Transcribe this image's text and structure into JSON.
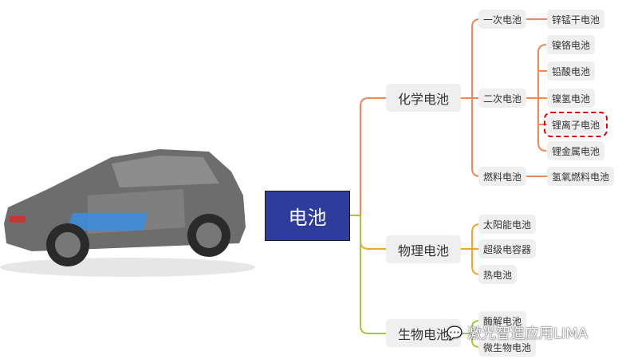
{
  "root": "电池",
  "chemical": {
    "label": "化学电池",
    "primary": {
      "label": "一次电池",
      "items": [
        "锌锰干电池"
      ]
    },
    "secondary": {
      "label": "二次电池",
      "items": [
        "镍铬电池",
        "铅酸电池",
        "镍氢电池",
        "锂离子电池",
        "锂金属电池"
      ],
      "highlighted": "锂离子电池"
    },
    "fuel": {
      "label": "燃料电池",
      "items": [
        "氢氧燃料电池"
      ]
    }
  },
  "physical": {
    "label": "物理电池",
    "items": [
      "太阳能电池",
      "超级电容器",
      "热电池"
    ]
  },
  "biological": {
    "label": "生物电池",
    "items": [
      "酶解电池",
      "微生物电池"
    ]
  },
  "watermark": "激光智造应用LIMA",
  "colors": {
    "root": "#2e3d9c",
    "chemical": "#f0875a",
    "physical": "#f5a623",
    "biological": "#a5c83a",
    "highlight": "#e00000"
  }
}
